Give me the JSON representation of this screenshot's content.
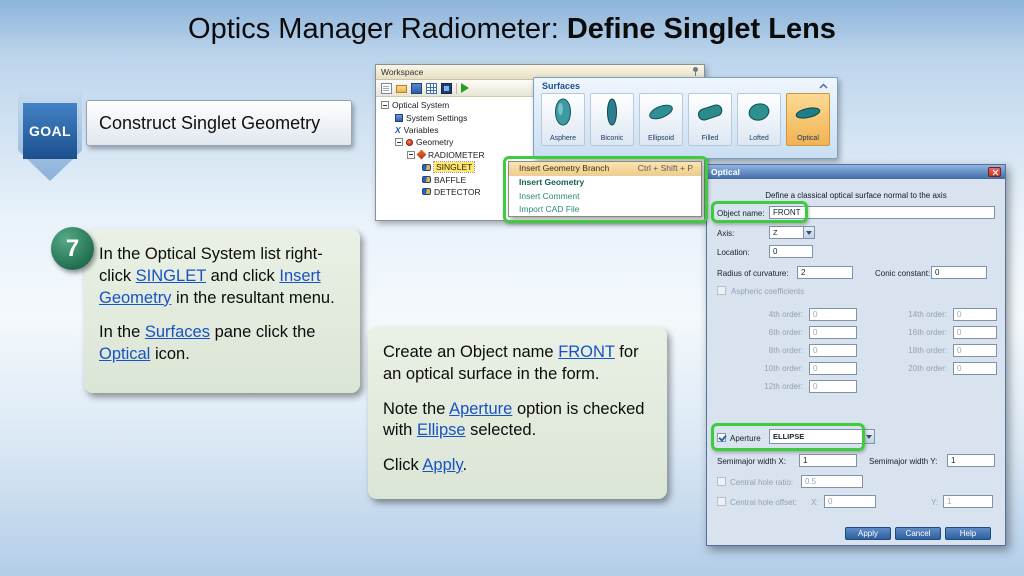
{
  "title": {
    "prefix": "Optics Manager Radiometer: ",
    "emphasis": "Define Singlet Lens"
  },
  "goal": {
    "label": "GOAL",
    "text": "Construct Singlet Geometry"
  },
  "step": {
    "number": "7"
  },
  "callout1": {
    "p1": {
      "t1": "In the Optical System list right-click ",
      "l1": "SINGLET",
      "t2": " and click ",
      "l2": "Insert Geometry",
      "t3": " in the resultant menu."
    },
    "p2": {
      "t1": "In the ",
      "l1": "Surfaces",
      "t2": " pane click the ",
      "l2": "Optical",
      "t3": " icon."
    }
  },
  "callout2": {
    "p1": {
      "t1": "Create an Object name ",
      "l1": "FRONT",
      "t2": " for an optical surface in the form."
    },
    "p2": {
      "t1": "Note the ",
      "l1": "Aperture",
      "t2": " option is checked with ",
      "l2": "Ellipse",
      "t3": " selected."
    },
    "p3": {
      "t1": "Click ",
      "l1": "Apply",
      "t2": "."
    }
  },
  "workspace": {
    "title": "Workspace",
    "tree": {
      "rows": [
        {
          "label": "Optical System"
        },
        {
          "label": "System Settings"
        },
        {
          "label": "Variables"
        },
        {
          "label": "Geometry"
        },
        {
          "label": "RADIOMETER"
        },
        {
          "label": "SINGLET"
        },
        {
          "label": "BAFFLE"
        },
        {
          "label": "DETECTOR"
        }
      ]
    },
    "menu": {
      "items": [
        {
          "label": "Insert Geometry Branch",
          "shortcut": "Ctrl + Shift + P"
        },
        {
          "label": "Insert Geometry"
        },
        {
          "label": "Insert Comment"
        },
        {
          "label": "Import CAD File"
        }
      ]
    }
  },
  "icons": {
    "variables_glyph": "X"
  },
  "surfaces": {
    "title": "Surfaces",
    "items": [
      {
        "label": "Asphere"
      },
      {
        "label": "Biconic"
      },
      {
        "label": "Ellipsoid"
      },
      {
        "label": "Filled"
      },
      {
        "label": "Lofted"
      },
      {
        "label": "Optical"
      }
    ]
  },
  "dialog": {
    "title": "Optical",
    "description": "Define a classical optical surface normal to the axis",
    "object_name": {
      "label": "Object name:",
      "value": "FRONT"
    },
    "axis": {
      "label": "Axis:",
      "value": "Z"
    },
    "location": {
      "label": "Location:",
      "value": "0"
    },
    "radius": {
      "label": "Radius of curvature:",
      "value": "2"
    },
    "conic": {
      "label": "Conic constant:",
      "value": "0"
    },
    "aspheric_label": "Aspheric coefficients",
    "orders_left": [
      {
        "label": "4th order:",
        "value": "0"
      },
      {
        "label": "6th order:",
        "value": "0"
      },
      {
        "label": "8th order:",
        "value": "0"
      },
      {
        "label": "10th order:",
        "value": "0"
      },
      {
        "label": "12th order:",
        "value": "0"
      }
    ],
    "orders_right": [
      {
        "label": "14th order:",
        "value": "0"
      },
      {
        "label": "16th order:",
        "value": "0"
      },
      {
        "label": "18th order:",
        "value": "0"
      },
      {
        "label": "20th order:",
        "value": "0"
      }
    ],
    "aperture": {
      "label": "Aperture",
      "value": "ELLIPSE"
    },
    "semimajor_x": {
      "label": "Semimajor width X:",
      "value": "1"
    },
    "semimajor_y": {
      "label": "Semimajor width Y:",
      "value": "1"
    },
    "hole_ratio": {
      "label": "Central hole ratio:",
      "value": "0.5"
    },
    "hole_offset": {
      "label": "Central hole offset:",
      "x_label": "X:",
      "x_value": "0",
      "y_label": "Y:",
      "y_value": "1"
    },
    "buttons": {
      "apply": "Apply",
      "cancel": "Cancel",
      "help": "Help"
    }
  },
  "colors": {
    "accent_green": "#3ecb3e",
    "link_blue": "#1753c5",
    "selection_yellow": "#ffe96a"
  }
}
